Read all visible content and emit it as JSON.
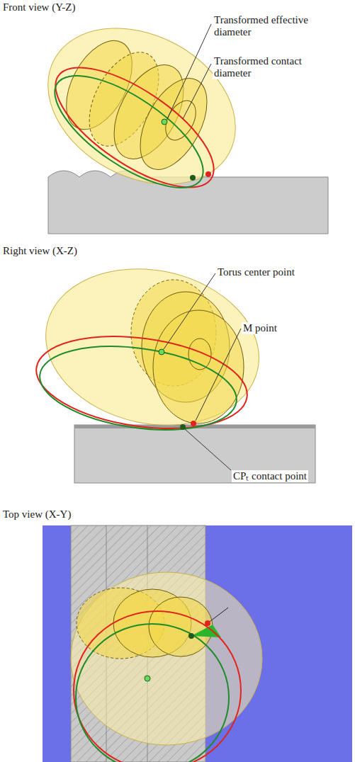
{
  "diagram": {
    "labels": [
      "Front view (Y-Z)",
      "Transformed effective diameter",
      "Transformed contact diameter",
      "Right view (X-Z)",
      "Torus center point",
      "M point",
      "CPₜ contact point",
      "Top view (X-Y)"
    ]
  }
}
